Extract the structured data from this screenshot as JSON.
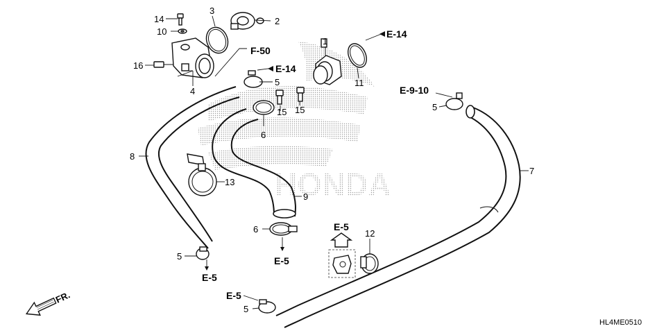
{
  "diagram_code": "HL4ME0510",
  "direction_label": "FR.",
  "watermark_text": "HONDA",
  "part_numbers": {
    "p1": "1",
    "p2": "2",
    "p3": "3",
    "p4": "4",
    "p5a": "5",
    "p5b": "5",
    "p5c": "5",
    "p5d": "5",
    "p6a": "6",
    "p6b": "6",
    "p7": "7",
    "p8": "8",
    "p9": "9",
    "p10": "10",
    "p11": "11",
    "p12": "12",
    "p13": "13",
    "p14": "14",
    "p15a": "15",
    "p15b": "15",
    "p16": "16"
  },
  "references": {
    "e14_top": "E-14",
    "e14_mid": "E-14",
    "f50": "F-50",
    "e910": "E-9-10",
    "e5_left": "E-5",
    "e5_center": "E-5",
    "e5_box": "E-5",
    "e5_bottom": "E-5"
  },
  "colors": {
    "line": "#111111",
    "watermark_dots": "#9a9a9a",
    "background": "#ffffff"
  }
}
